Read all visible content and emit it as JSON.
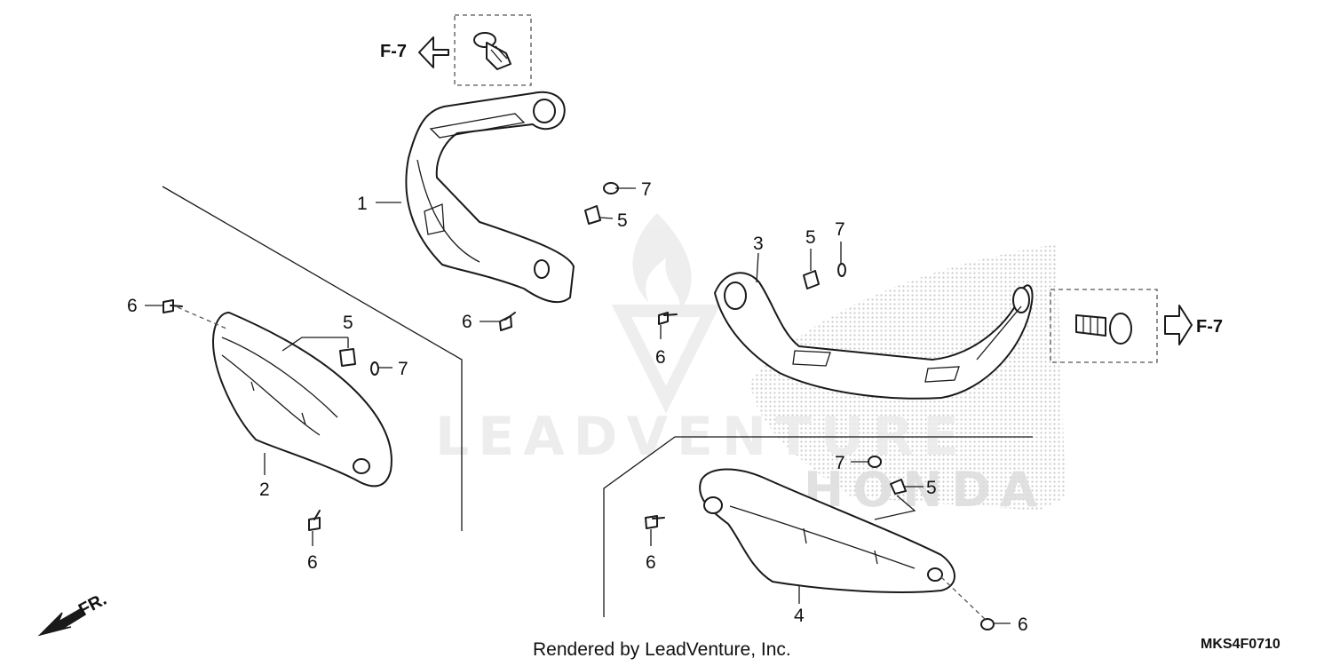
{
  "parts": [
    {
      "id": "1",
      "label": "1"
    },
    {
      "id": "2",
      "label": "2"
    },
    {
      "id": "3",
      "label": "3"
    },
    {
      "id": "4",
      "label": "4"
    },
    {
      "id": "5",
      "label": "5"
    },
    {
      "id": "6",
      "label": "6"
    },
    {
      "id": "7",
      "label": "7"
    }
  ],
  "references": {
    "left": "F-7",
    "right": "F-7"
  },
  "direction_label": "FR.",
  "footer_text": "Rendered by LeadVenture, Inc.",
  "diagram_code": "MKS4F0710",
  "watermark": {
    "text": "LEADVENTURE",
    "brand": "HONDA"
  },
  "colors": {
    "ink": "#1a1a1a",
    "watermark": "#ececec",
    "stipple": "#cccccc"
  }
}
